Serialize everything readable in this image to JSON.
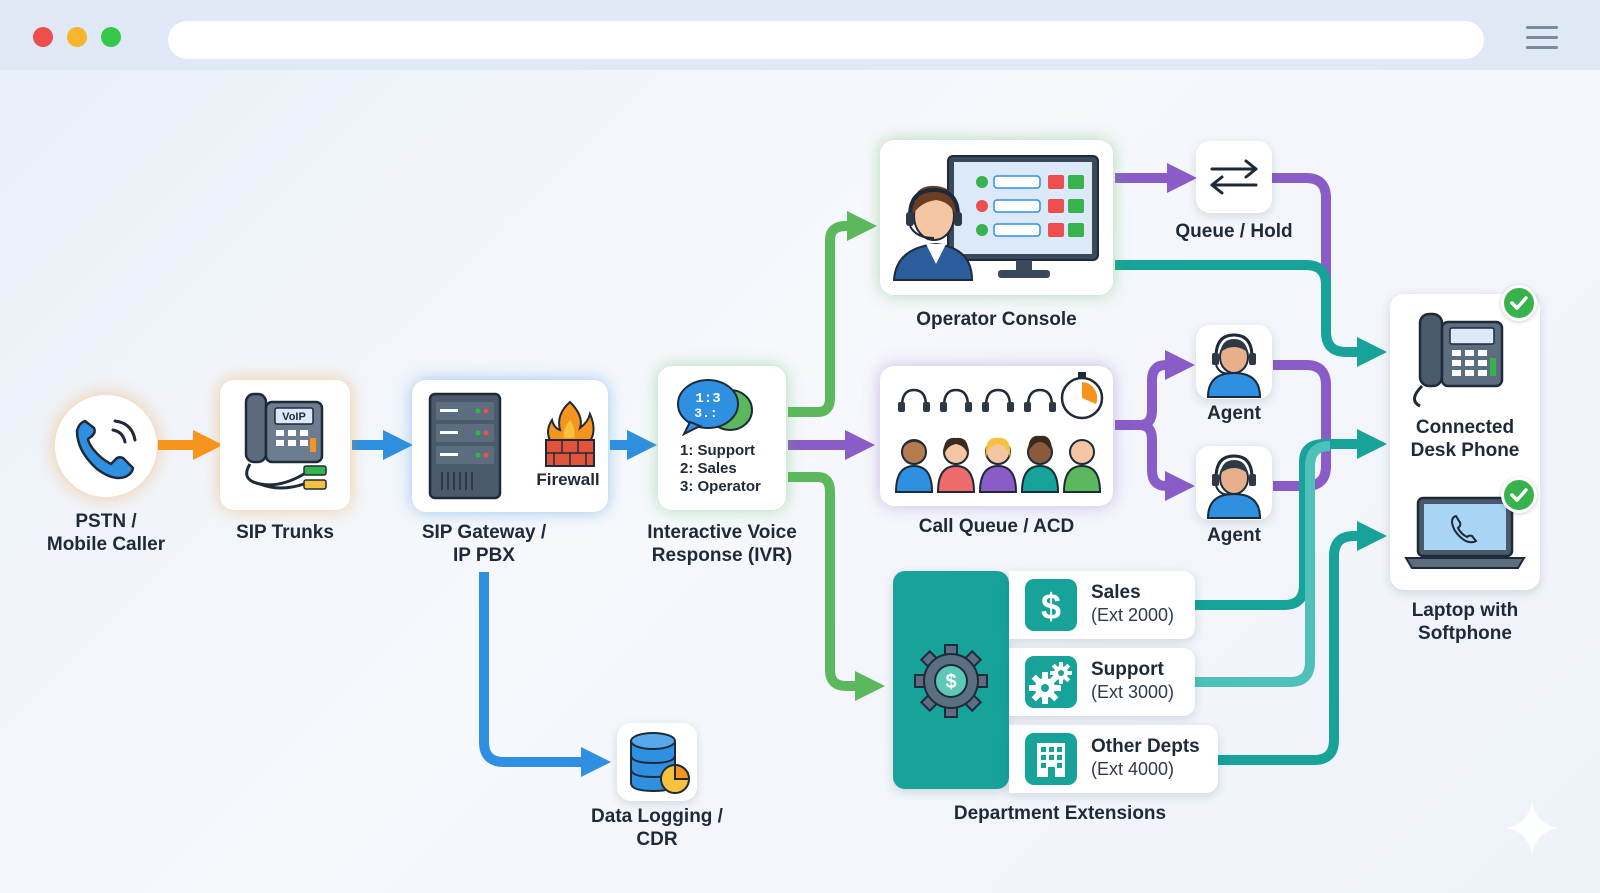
{
  "diagram": {
    "nodes": {
      "pstn": {
        "line1": "PSTN /",
        "line2": "Mobile Caller"
      },
      "sip_trunks": {
        "label": "SIP Trunks",
        "badge": "VoIP"
      },
      "sip_gateway": {
        "line1": "SIP Gateway /",
        "line2": "IP PBX",
        "firewall": "Firewall"
      },
      "ivr": {
        "line1": "Interactive Voice",
        "line2": "Response (IVR)",
        "bubble": "1:3\n3.:",
        "options": [
          "1: Support",
          "2: Sales",
          "3: Operator"
        ]
      },
      "operator_console": {
        "label": "Operator Console"
      },
      "queue_hold": {
        "label": "Queue / Hold"
      },
      "call_queue": {
        "label": "Call Queue / ACD"
      },
      "agent_1": {
        "label": "Agent"
      },
      "agent_2": {
        "label": "Agent"
      },
      "departments": {
        "label": "Department Extensions",
        "items": [
          {
            "name": "Sales",
            "ext": "(Ext 2000)",
            "icon": "dollar-icon"
          },
          {
            "name": "Support",
            "ext": "(Ext 3000)",
            "icon": "gears-icon"
          },
          {
            "name": "Other Depts",
            "ext": "(Ext 4000)",
            "icon": "building-icon"
          }
        ]
      },
      "desk_phone": {
        "line1": "Connected",
        "line2": "Desk Phone"
      },
      "laptop": {
        "line1": "Laptop with",
        "line2": "Softphone"
      },
      "data_logging": {
        "line1": "Data Logging /",
        "line2": "CDR"
      }
    },
    "colors": {
      "orange": "#f7941d",
      "blue": "#2f8fe0",
      "green": "#5cb85c",
      "purple": "#8a5cc7",
      "teal": "#17a39a"
    }
  }
}
